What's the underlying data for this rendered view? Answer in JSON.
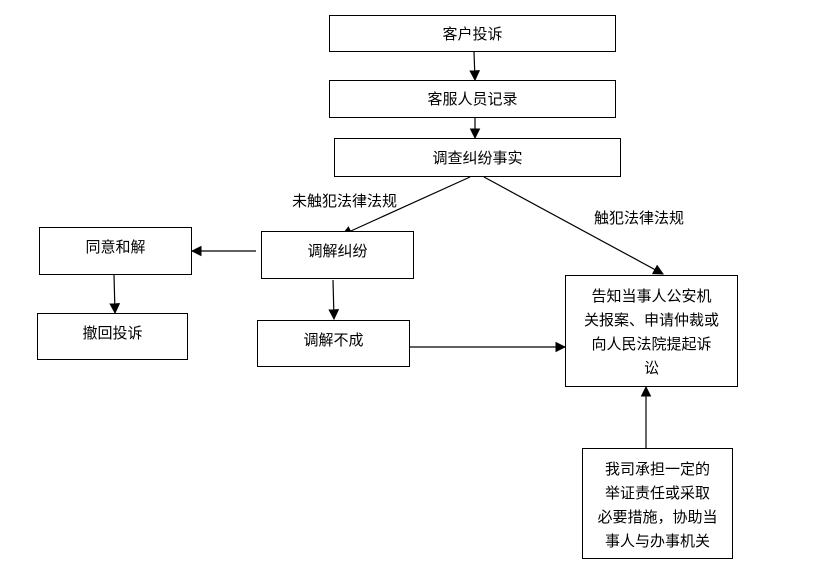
{
  "nodes": {
    "complaint": "客户投诉",
    "record": "客服人员记录",
    "investigate": "调查纠纷事实",
    "mediate": "调解纠纷",
    "agree": "同意和解",
    "withdraw": "撤回投诉",
    "mediation_failed": "调解不成",
    "notify_lines": [
      "告知当事人公安机",
      "关报案、申请仲裁或",
      "向人民法院提起诉",
      "讼"
    ],
    "assist_lines": [
      "我司承担一定的",
      "举证责任或采取",
      "必要措施，协助当",
      "事人与办事机关"
    ]
  },
  "edge_labels": {
    "no_violation": "未触犯法律法规",
    "violation": "触犯法律法规"
  }
}
